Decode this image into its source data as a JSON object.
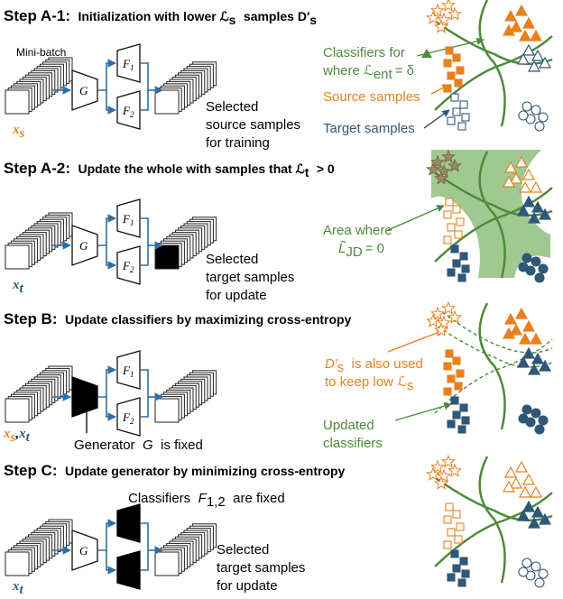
{
  "steps": {
    "a1": {
      "title_prefix": "Step A-1:",
      "title_desc": "Initialization with lower ℒ",
      "title_sub": "s",
      "title_tail": "samples D′",
      "title_tail_sub": "s",
      "minibatch_label": "Mini-batch",
      "input_var": "x",
      "input_sub": "s",
      "output_label_lines": [
        "Selected",
        "source samples",
        "for training"
      ],
      "legend_classifiers": [
        "Classifiers for",
        "where ℒ",
        "ent",
        "= δ"
      ],
      "legend_source": "Source samples",
      "legend_target": "Target samples"
    },
    "a2": {
      "title_prefix": "Step A-2:",
      "title_desc": "Update the whole with samples that ℒ",
      "title_sub": "t",
      "title_tail": "> 0",
      "input_var": "x",
      "input_sub": "t",
      "output_label_lines": [
        "Selected",
        "target samples",
        "for update"
      ],
      "area_lines": [
        "Area where",
        "L̃",
        "JD",
        "= 0"
      ]
    },
    "b": {
      "title_prefix": "Step B:",
      "title_desc": "Update classifiers by maximizing cross-entropy",
      "input_var1": "x",
      "input_sub1": "s",
      "input_var2": "x",
      "input_sub2": "t",
      "generator_note": "Generator",
      "generator_var": "G",
      "generator_tail": "is fixed",
      "dprime_lines": [
        "D′",
        "s",
        "is also used",
        "to keep low ℒ",
        "s"
      ],
      "updated_lines": [
        "Updated",
        "classifiers"
      ]
    },
    "c": {
      "title_prefix": "Step C:",
      "title_desc": "Update generator by minimizing cross-entropy",
      "classifier_note": "Classifiers",
      "classifier_var": "F",
      "classifier_sub": "1,2",
      "classifier_tail": "are fixed",
      "input_var": "x",
      "input_sub": "t",
      "output_label_lines": [
        "Selected",
        "target samples",
        "for update"
      ]
    }
  },
  "network": {
    "generator": "G",
    "f1": "F",
    "f1_sub": "1",
    "f2": "F",
    "f2_sub": "2"
  },
  "colors": {
    "source": "#e8801e",
    "target": "#2f5878",
    "classifier": "#4d8a3a",
    "arrow": "#2f6ea5",
    "area": "#8fbf7f"
  }
}
